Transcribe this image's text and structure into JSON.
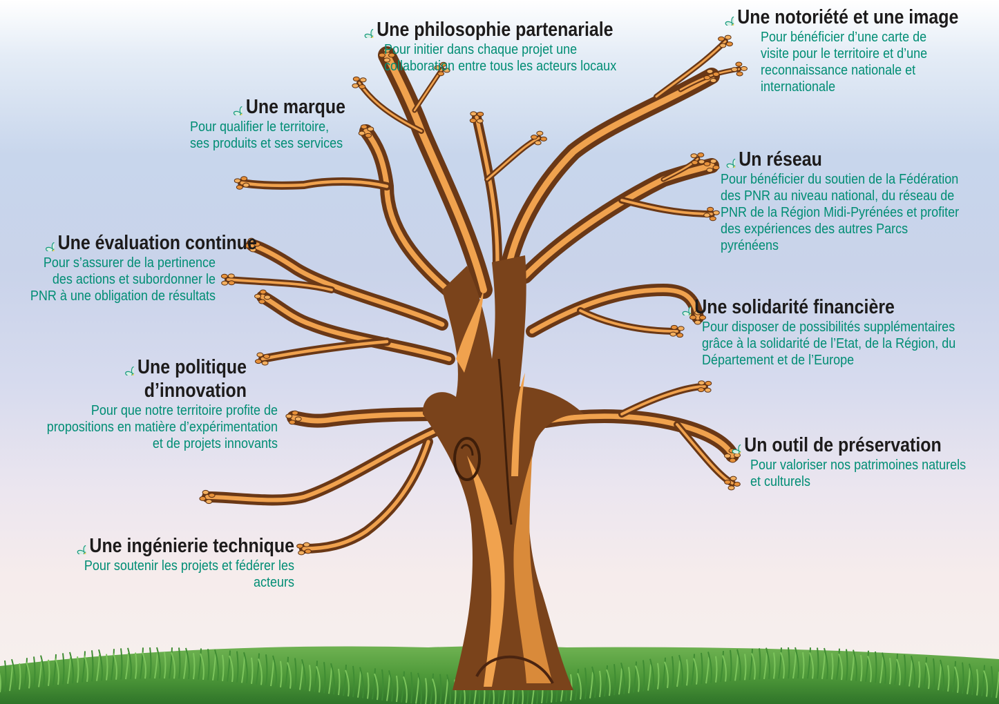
{
  "colors": {
    "title": "#1d1b1b",
    "description": "#008d74",
    "trunk": "#7a431b",
    "bark_highlight": "#f0a24e",
    "grass": "#4f9a3a"
  },
  "icon": "flower-icon",
  "items": [
    {
      "title": "Une philosophie partenariale",
      "description": "Pour initier dans chaque projet une\ncollaboration entre tous les acteurs locaux"
    },
    {
      "title": "Une notoriété et une image",
      "description": "Pour bénéficier d’une carte de\nvisite pour le territoire et d’une\nreconnaissance nationale et\ninternationale"
    },
    {
      "title": "Une marque",
      "description": "Pour qualifier le territoire,\nses produits et ses services"
    },
    {
      "title": "Un réseau",
      "description": "Pour bénéficier du soutien de la Fédération\ndes PNR au niveau national, du réseau de\nPNR de la Région Midi-Pyrénées et profiter\ndes expériences des autres Parcs pyrénéens"
    },
    {
      "title": "Une évaluation continue",
      "description": "Pour s’assurer de la pertinence\ndes actions et subordonner le\nPNR à une obligation de résultats"
    },
    {
      "title": "Une solidarité financière",
      "description": "Pour disposer de possibilités supplémentaires\ngrâce à la solidarité de l’Etat, de la Région, du\nDépartement et de l’Europe"
    },
    {
      "title_line1": "Une politique",
      "title_line2": "d’innovation",
      "description": "Pour que notre territoire profite de\npropositions en matière d’expérimentation\net de projets innovants"
    },
    {
      "title": "Un outil de préservation",
      "description": "Pour valoriser nos patrimoines naturels\net culturels"
    },
    {
      "title": "Une ingénierie technique",
      "description": "Pour soutenir les projets et fédérer les acteurs"
    }
  ]
}
